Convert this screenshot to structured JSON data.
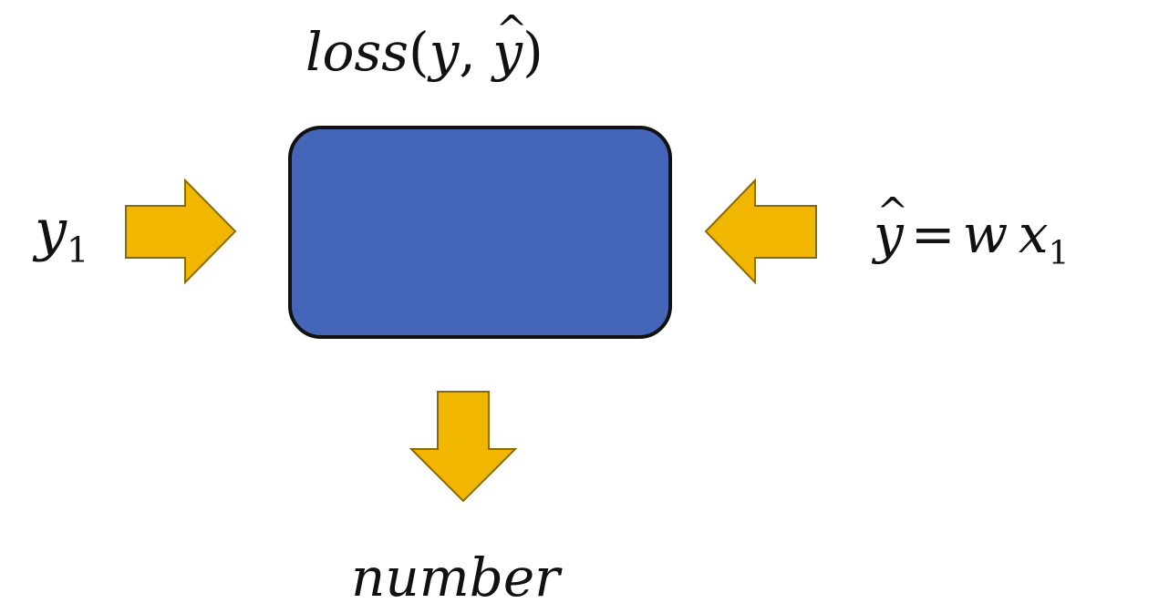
{
  "diagram": {
    "title": {
      "func": "loss",
      "open": "(",
      "arg1": "y",
      "comma": ", ",
      "arg2": "y",
      "close": ")"
    },
    "left_input": {
      "var": "y",
      "sub": "1"
    },
    "right_input": {
      "lhs": "y",
      "eq": "=",
      "w": "w",
      "x": "x",
      "sub": "1"
    },
    "output": "number",
    "colors": {
      "box_fill": "#4565b8",
      "box_stroke": "#111111",
      "arrow_fill": "#f1b700",
      "arrow_stroke": "#8a6b00",
      "text": "#111111"
    }
  }
}
